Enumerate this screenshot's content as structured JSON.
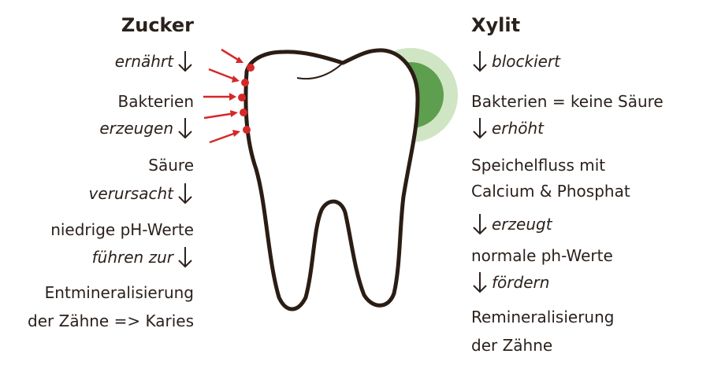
{
  "colors": {
    "text": "#2b211c",
    "tooth_outline": "#2b1d14",
    "acid_marker": "#d62828",
    "xylit_glow_outer": "#cfe5c4",
    "xylit_glow_inner": "#5e9e4f"
  },
  "left": {
    "title": "Zucker",
    "steps": [
      {
        "verb": "ernährt",
        "result": "Bakterien"
      },
      {
        "verb": "erzeugen",
        "result": "Säure"
      },
      {
        "verb": "verursacht",
        "result": "niedrige pH-Werte"
      },
      {
        "verb": "führen zur",
        "result": "Entmineralisierung",
        "result2": "der Zähne => Karies"
      }
    ]
  },
  "right": {
    "title": "Xylit",
    "steps": [
      {
        "verb": "blockiert",
        "result": "Bakterien = keine Säure"
      },
      {
        "verb": "erhöht",
        "result": "Speichelfluss mit",
        "result2": "Calcium & Phosphat"
      },
      {
        "verb": "erzeugt",
        "result": "normale ph-Werte"
      },
      {
        "verb": "fördern",
        "result": "Remineralisierung",
        "result2": "der Zähne"
      }
    ]
  },
  "icons": {
    "arrow": "down-arrow-icon",
    "tooth": "tooth-icon",
    "acid_attack": "red-arrow-icon"
  }
}
